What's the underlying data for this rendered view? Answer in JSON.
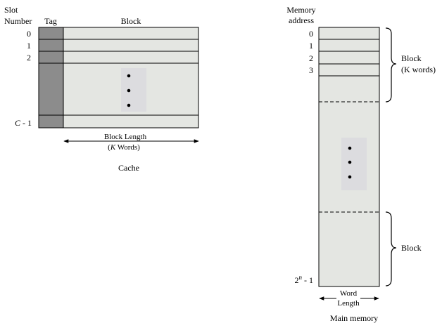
{
  "cache": {
    "header_slot_line1": "Slot",
    "header_slot_line2": "Number",
    "header_tag": "Tag",
    "header_block": "Block",
    "slot_numbers": [
      "0",
      "1",
      "2"
    ],
    "last_slot_var": "C",
    "last_slot_suffix": " - 1",
    "block_length_line1": "Block Length",
    "block_length_line2_var": "K",
    "block_length_line2_rest": " Words)",
    "block_length_line2_open": "(",
    "caption": "Cache"
  },
  "memory": {
    "header_line1": "Memory",
    "header_line2": "address",
    "addresses": [
      "0",
      "1",
      "2",
      "3"
    ],
    "last_address_base": "2",
    "last_address_exp": "n",
    "last_address_suffix": " - 1",
    "block_label_line1": "Block",
    "block_label_line2": "(K words)",
    "block_label_bottom": "Block",
    "word_length_line1": "Word",
    "word_length_line2": "Length",
    "caption": "Main memory"
  },
  "colors": {
    "cell_fill": "#e4e6e2",
    "tag_fill": "#8c8c8c",
    "stroke": "#000000",
    "dot_bg": "#dcdcdf"
  }
}
